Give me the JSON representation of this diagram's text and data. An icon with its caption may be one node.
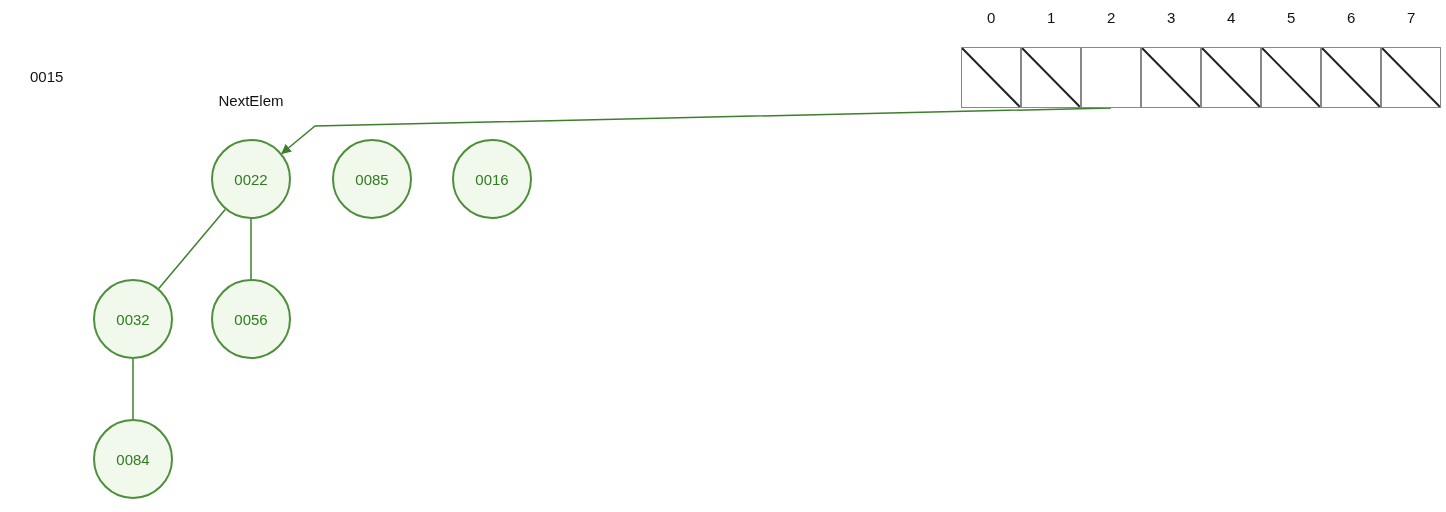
{
  "diagram": {
    "nodes": [
      {
        "text": [],
        "shape": "box",
        "beside": [
          "0"
        ]
      },
      {
        "text": [],
        "shape": "box",
        "beside": [
          "1"
        ]
      },
      {
        "text": [],
        "shape": "box",
        "beside": [
          "2"
        ]
      },
      {
        "text": [],
        "shape": "box",
        "beside": [
          "3"
        ]
      },
      {
        "text": [],
        "shape": "box",
        "beside": [
          "4"
        ]
      },
      {
        "text": [],
        "shape": "box",
        "beside": [
          "5"
        ]
      },
      {
        "text": [],
        "shape": "box",
        "beside": [
          "6"
        ]
      },
      {
        "text": [],
        "shape": "box",
        "beside": [
          "7"
        ]
      },
      {
        "text": [
          "0022"
        ],
        "beside": [
          "NextElem"
        ]
      },
      {
        "text": [
          "0085"
        ]
      },
      {
        "text": [
          "0016"
        ]
      },
      {
        "text": [
          "0032"
        ]
      },
      {
        "text": [
          "0056"
        ]
      },
      {
        "text": [
          "0084"
        ]
      }
    ],
    "edges": [
      {
        "from": 2,
        "to": 8,
        "arrow": "to"
      },
      {
        "from": 8,
        "to": 11,
        "arrow": "none"
      },
      {
        "from": 8,
        "to": 12,
        "arrow": "none"
      },
      {
        "from": 11,
        "to": 13,
        "arrow": "none"
      }
    ],
    "labels": [
      "0015"
    ]
  }
}
